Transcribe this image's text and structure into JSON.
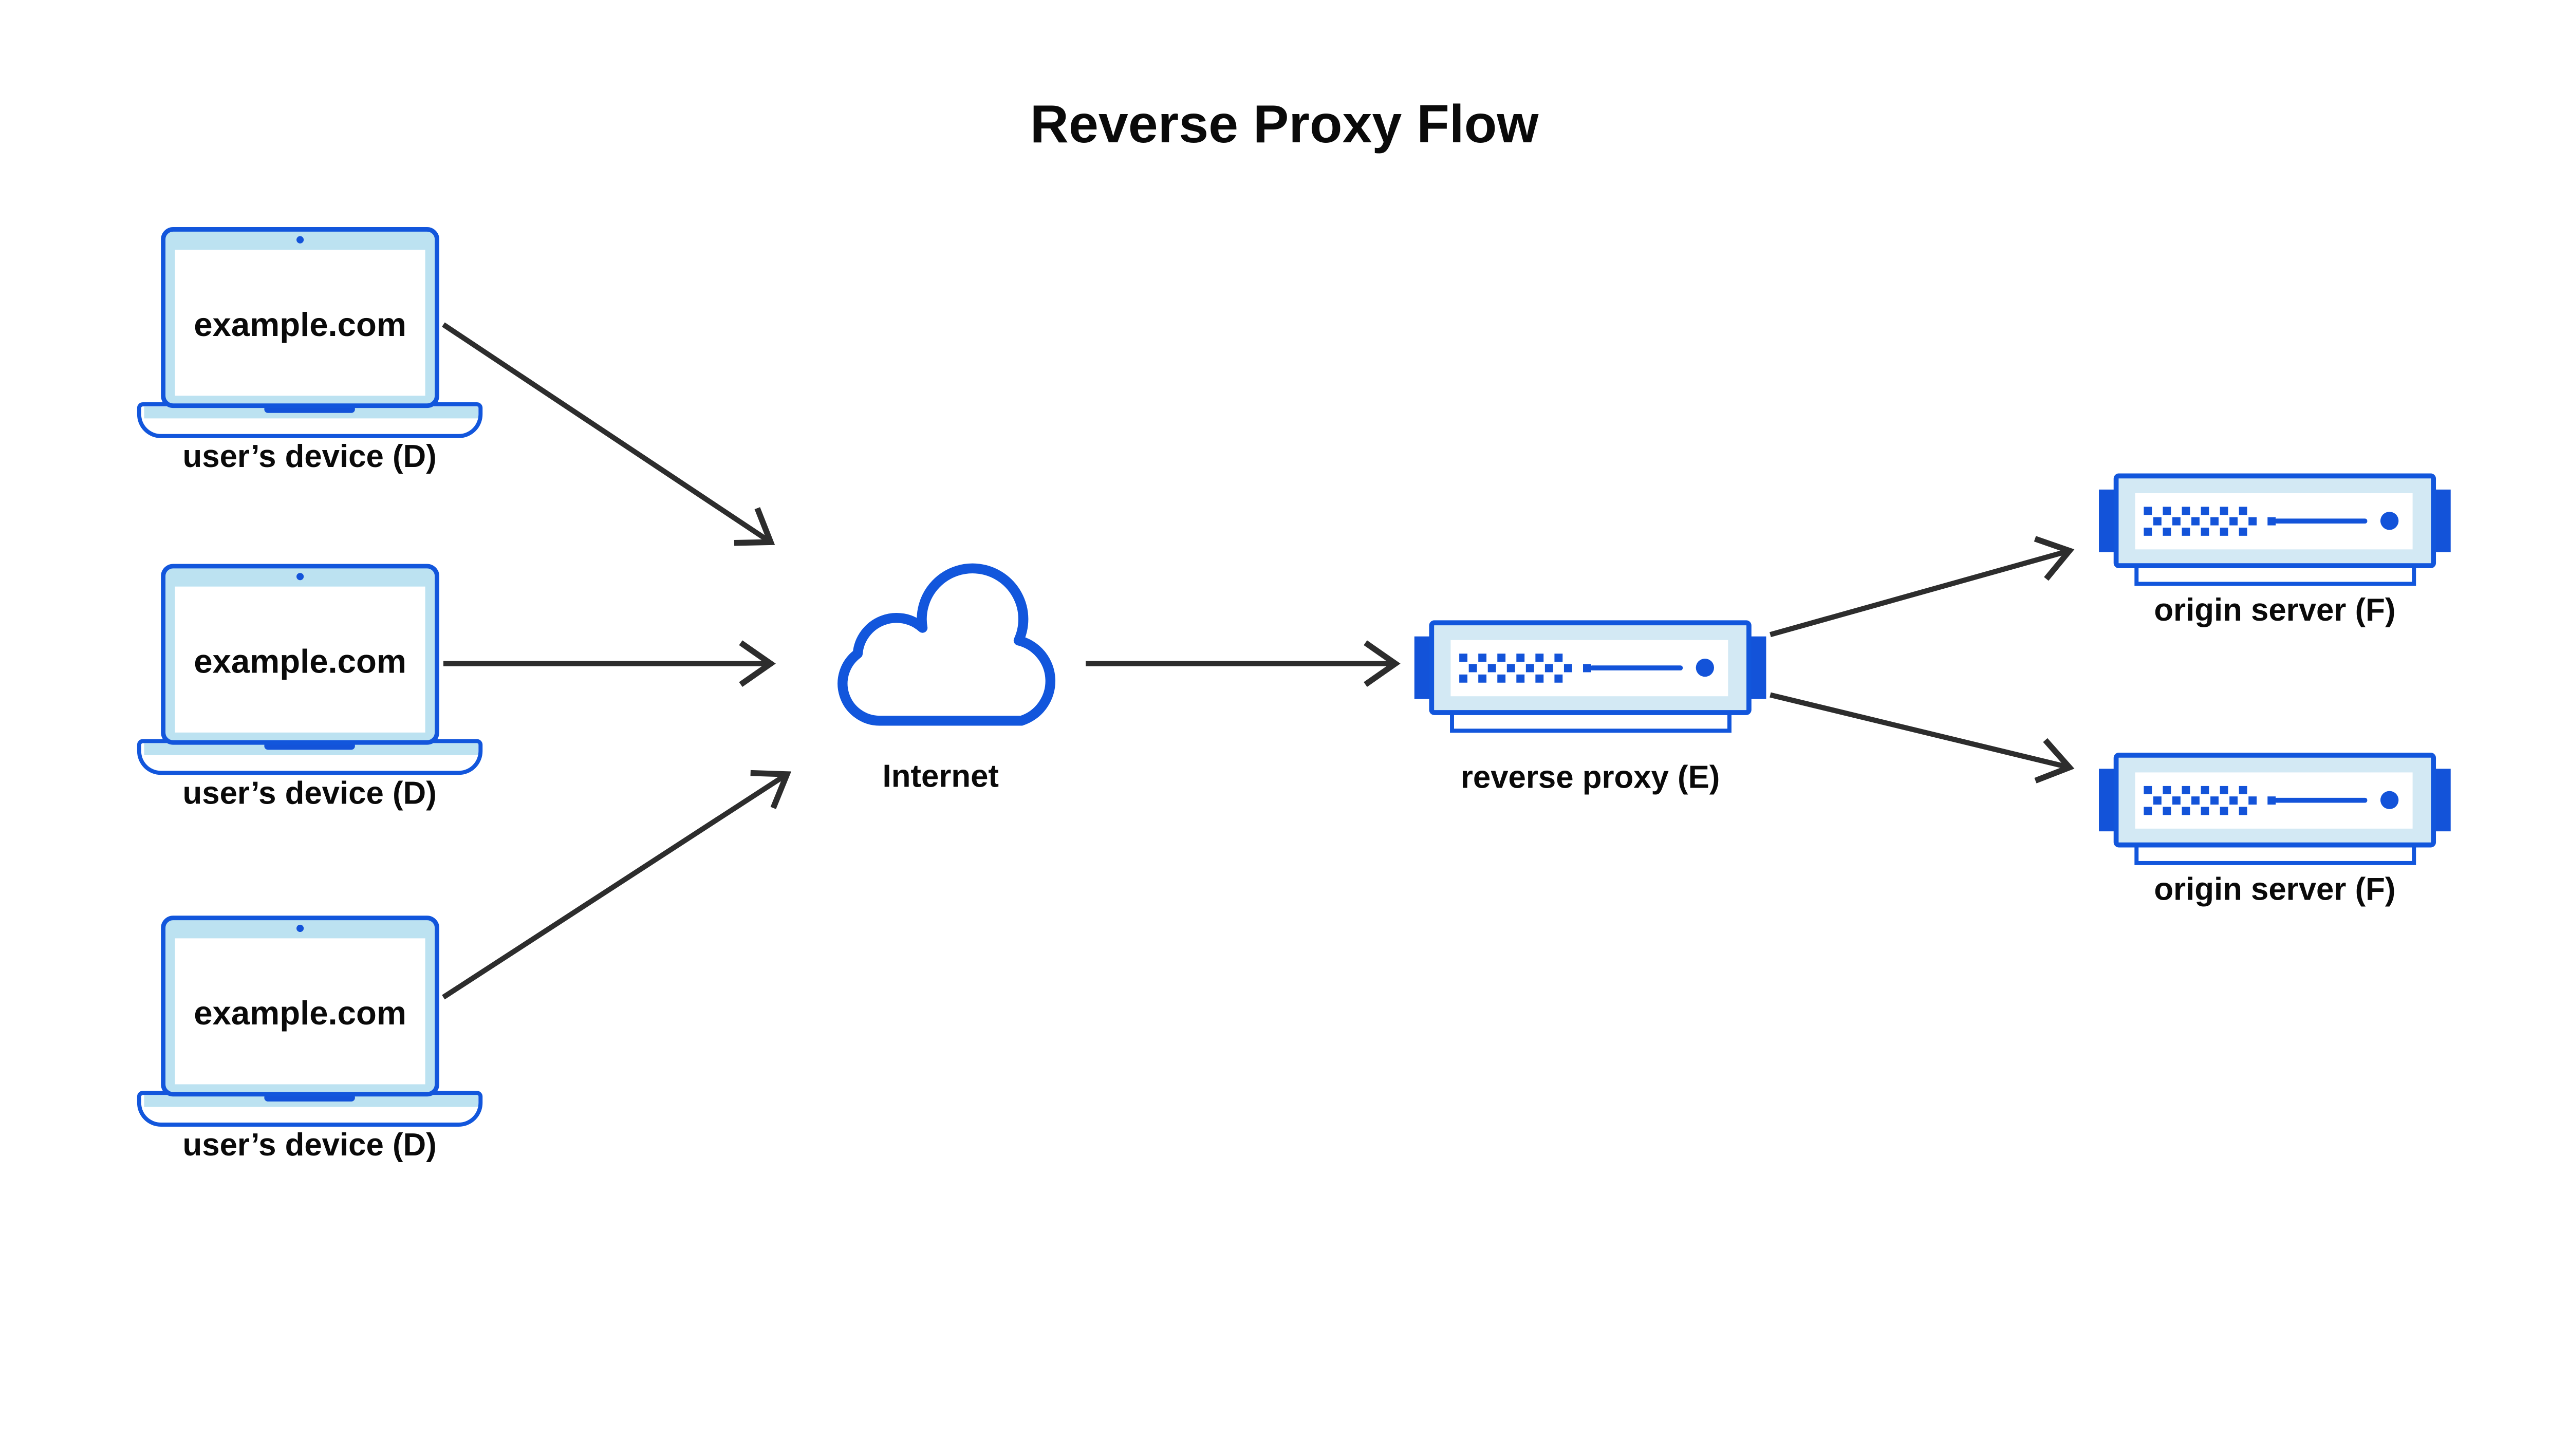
{
  "title": "Reverse Proxy Flow",
  "nodes": {
    "user_devices": [
      {
        "id": "device-1",
        "icon": "laptop-icon",
        "screen_text": "example.com",
        "label": "user’s device (D)"
      },
      {
        "id": "device-2",
        "icon": "laptop-icon",
        "screen_text": "example.com",
        "label": "user’s device (D)"
      },
      {
        "id": "device-3",
        "icon": "laptop-icon",
        "screen_text": "example.com",
        "label": "user’s device (D)"
      }
    ],
    "internet": {
      "id": "internet",
      "icon": "cloud-icon",
      "label": "Internet"
    },
    "reverse_proxy": {
      "id": "reverse-proxy",
      "icon": "server-icon",
      "label": "reverse proxy (E)"
    },
    "origin_servers": [
      {
        "id": "origin-1",
        "icon": "server-icon",
        "label": "origin server (F)"
      },
      {
        "id": "origin-2",
        "icon": "server-icon",
        "label": "origin server (F)"
      }
    ]
  },
  "edges": [
    {
      "from": "device-1",
      "to": "internet"
    },
    {
      "from": "device-2",
      "to": "internet"
    },
    {
      "from": "device-3",
      "to": "internet"
    },
    {
      "from": "internet",
      "to": "reverse-proxy"
    },
    {
      "from": "reverse-proxy",
      "to": "origin-1"
    },
    {
      "from": "reverse-proxy",
      "to": "origin-2"
    }
  ],
  "colors": {
    "brand_blue": "#1256DC",
    "fill_blue": "#1353D9",
    "light_blue": "#BCE2F1",
    "pale_blue": "#D3E9F4",
    "arrow_color": "#2D2D2D",
    "text_color": "#0A0A0A",
    "background": "#FFFFFF"
  }
}
